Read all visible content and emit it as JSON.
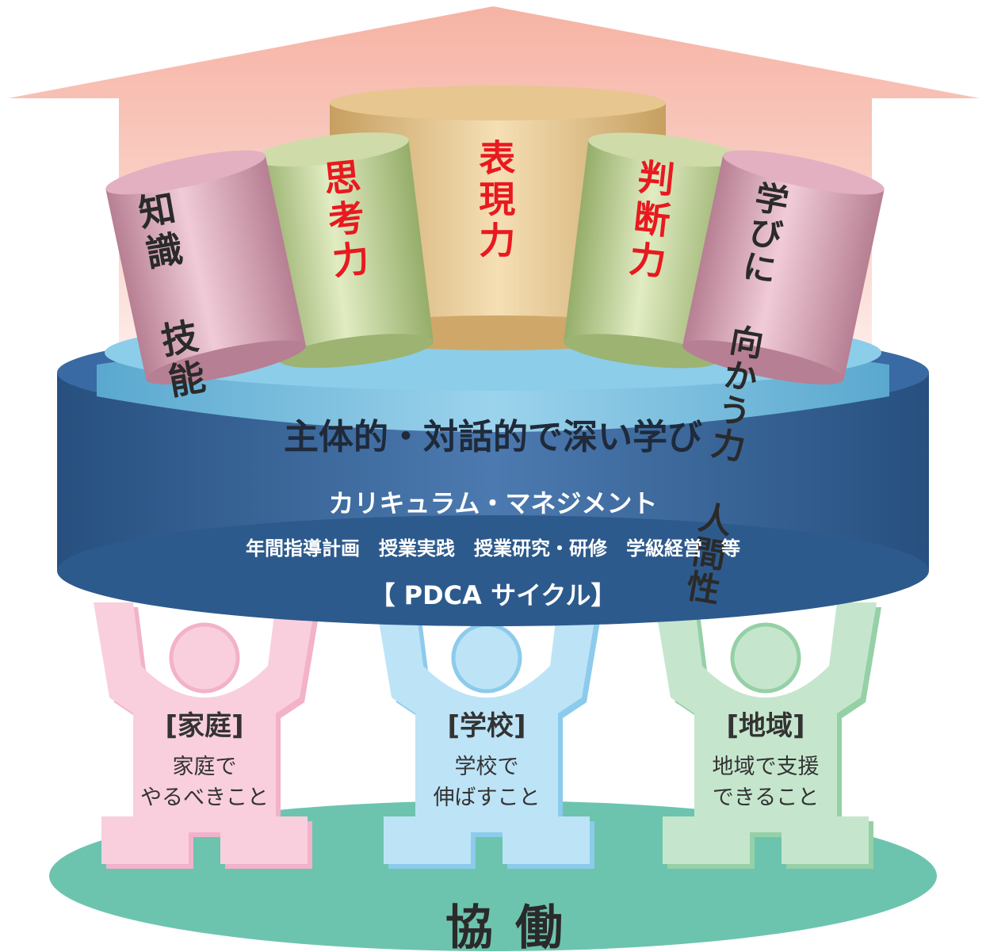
{
  "pillars": [
    {
      "lines": [
        "知識",
        "技能"
      ],
      "color": "#2a2a2a"
    },
    {
      "lines": [
        "思考力"
      ],
      "color": "#e8191f"
    },
    {
      "lines": [
        "表現力"
      ],
      "color": "#e8191f"
    },
    {
      "lines": [
        "判断力"
      ],
      "color": "#e8191f"
    },
    {
      "lines": [
        "学びに",
        "向かう力",
        "人間性"
      ],
      "color": "#2a2a2a"
    }
  ],
  "platform": {
    "title": "主体的・対話的で深い学び",
    "subtitle": "カリキュラム・マネジメント",
    "items": "年間指導計画　授業実践　授業研究・研修　学級経営　等",
    "cycle": "【 PDCA サイクル】"
  },
  "supporters": [
    {
      "heading": "[家庭]",
      "line1": "家庭で",
      "line2": "やるべきこと",
      "color": "#f7c4d6"
    },
    {
      "heading": "[学校]",
      "line1": "学校で",
      "line2": "伸ばすこと",
      "color": "#b9e0f4"
    },
    {
      "heading": "[地域]",
      "line1": "地域で支援",
      "line2": "できること",
      "color": "#bfe3c8"
    }
  ],
  "base": {
    "label": "協働",
    "color": "#6cc4ae"
  },
  "colors": {
    "arrow": "#f7a99a",
    "platform_dark": "#2f5c93",
    "platform_top": "#7cc3e3",
    "pink_pillar": "#d69ab0",
    "green_pillar": "#b9cd8e",
    "tan_pillar": "#e3c28c"
  }
}
